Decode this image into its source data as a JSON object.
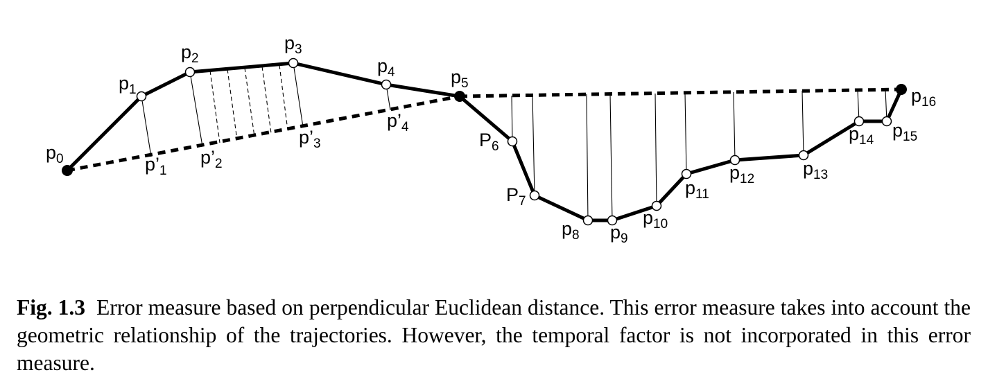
{
  "figure": {
    "labels": {
      "p0": {
        "base": "p",
        "sub": "0"
      },
      "p1": {
        "base": "p",
        "sub": "1"
      },
      "p2": {
        "base": "p",
        "sub": "2"
      },
      "p3": {
        "base": "p",
        "sub": "3"
      },
      "p4": {
        "base": "p",
        "sub": "4"
      },
      "p5": {
        "base": "p",
        "sub": "5"
      },
      "p6": {
        "base": "P",
        "sub": "6"
      },
      "p7": {
        "base": "P",
        "sub": "7"
      },
      "p8": {
        "base": "p",
        "sub": "8"
      },
      "p9": {
        "base": "p",
        "sub": "9"
      },
      "p10": {
        "base": "p",
        "sub": "10"
      },
      "p11": {
        "base": "p",
        "sub": "11"
      },
      "p12": {
        "base": "p",
        "sub": "12"
      },
      "p13": {
        "base": "p",
        "sub": "13"
      },
      "p14": {
        "base": "p",
        "sub": "14"
      },
      "p15": {
        "base": "p",
        "sub": "15"
      },
      "p16": {
        "base": "p",
        "sub": "16"
      },
      "pp1": {
        "base": "p’",
        "sub": "1"
      },
      "pp2": {
        "base": "p’",
        "sub": "2"
      },
      "pp3": {
        "base": "p’",
        "sub": "3"
      },
      "pp4": {
        "base": "p’",
        "sub": "4"
      }
    }
  },
  "caption": {
    "fig_number": "Fig. 1.3",
    "text": "Error measure based on perpendicular Euclidean distance. This error measure takes into account the geometric relationship of the trajectories. However, the temporal factor is not incorporated in this error measure."
  }
}
